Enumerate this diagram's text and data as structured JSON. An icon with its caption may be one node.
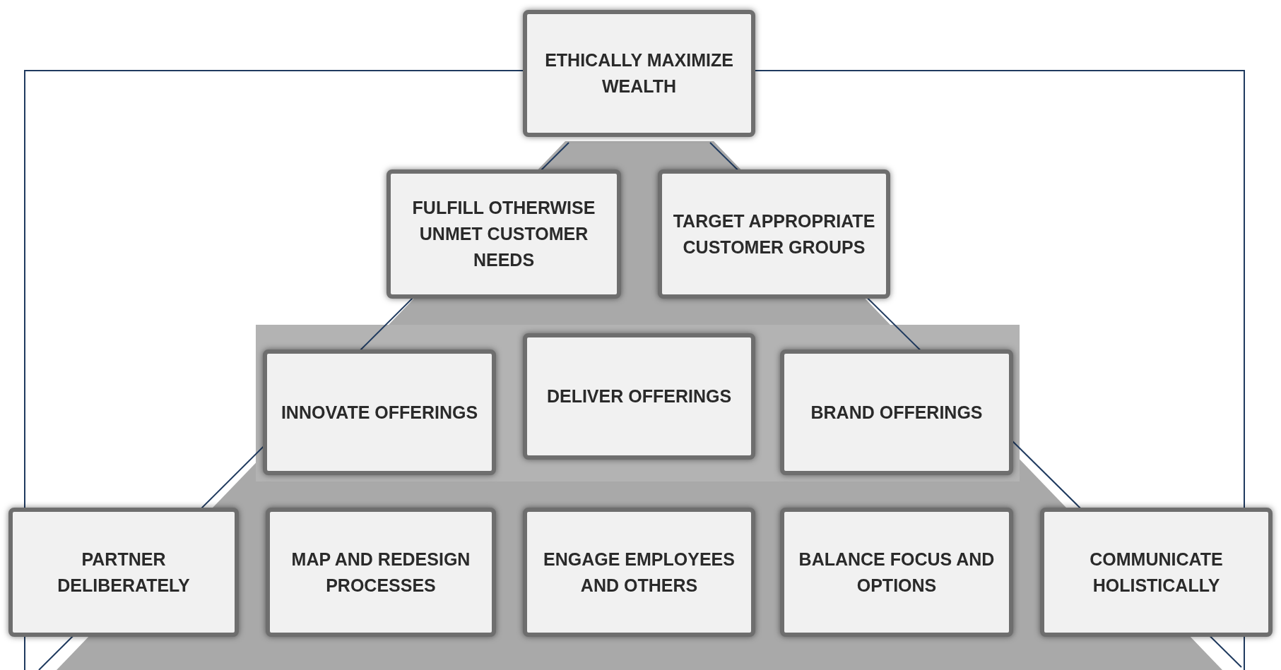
{
  "diagram": {
    "nodes": [
      {
        "text": [
          "ETHICALLY MAXIMIZE WEALTH"
        ]
      },
      {
        "text": [
          "FULFILL OTHERWISE UNMET CUSTOMER NEEDS"
        ]
      },
      {
        "text": [
          "TARGET APPROPRIATE CUSTOMER GROUPS"
        ]
      },
      {
        "text": [
          "INNOVATE OFFERINGS"
        ]
      },
      {
        "text": [
          "DELIVER OFFERINGS"
        ]
      },
      {
        "text": [
          "BRAND OFFERINGS"
        ]
      },
      {
        "text": [
          "PARTNER DELIBERATELY"
        ]
      },
      {
        "text": [
          "MAP AND REDESIGN PROCESSES"
        ]
      },
      {
        "text": [
          "ENGAGE EMPLOYEES AND OTHERS"
        ]
      },
      {
        "text": [
          "BALANCE FOCUS AND OPTIONS"
        ]
      },
      {
        "text": [
          "COMMUNICATE HOLISTICALLY"
        ]
      }
    ]
  }
}
